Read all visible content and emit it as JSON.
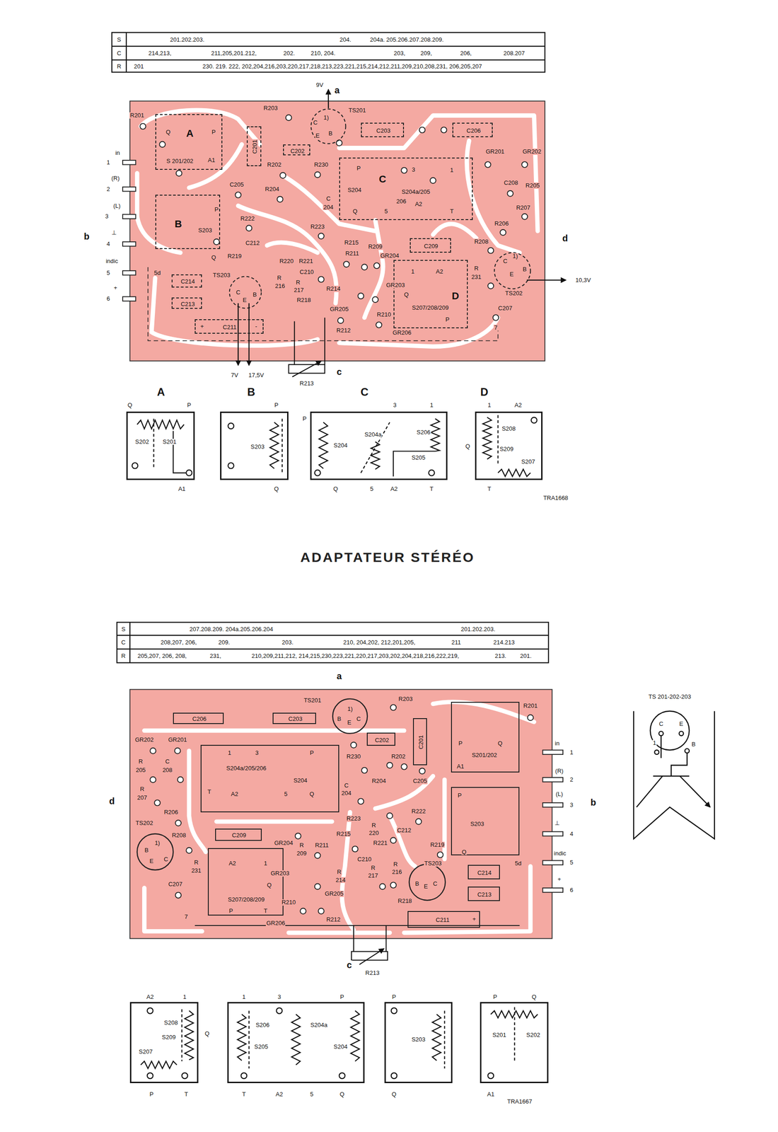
{
  "diagram": {
    "title": "ADAPTATEUR STÉRÉO",
    "nodes": [
      {
        "text": [
          "S 201/202"
        ]
      },
      {
        "text": [
          "S203"
        ]
      },
      {
        "text": [
          "S204",
          "S204a/205"
        ]
      },
      {
        "text": [
          "S207/208/209"
        ]
      },
      {
        "text": [
          "C203"
        ]
      },
      {
        "text": [
          "C206"
        ]
      },
      {
        "text": [
          "C201"
        ]
      },
      {
        "text": [
          "C202"
        ]
      },
      {
        "text": [
          "C209"
        ]
      },
      {
        "text": [
          "C214"
        ]
      },
      {
        "text": [
          "C213"
        ]
      },
      {
        "text": [
          "C211"
        ]
      },
      {
        "text": [
          "S202",
          "S201"
        ]
      },
      {
        "text": [
          "S203"
        ]
      },
      {
        "text": [
          "S204",
          "S204a",
          "S206",
          "S205"
        ]
      },
      {
        "text": [
          "S208",
          "S209",
          "S207"
        ]
      },
      {
        "text": [
          "S201/202"
        ]
      },
      {
        "text": [
          "S204a/205/206",
          "S204"
        ]
      },
      {
        "text": [
          "S203"
        ]
      },
      {
        "text": [
          "S207/208/209"
        ]
      },
      {
        "text": [
          "C206"
        ]
      },
      {
        "text": [
          "C203"
        ]
      },
      {
        "text": [
          "C202"
        ]
      },
      {
        "text": [
          "C201"
        ]
      },
      {
        "text": [
          "C209"
        ]
      },
      {
        "text": [
          "C214"
        ]
      },
      {
        "text": [
          "C213"
        ]
      },
      {
        "text": [
          "C211"
        ]
      },
      {
        "text": [
          "S208",
          "S209",
          "S207"
        ]
      },
      {
        "text": [
          "S206",
          "S204a",
          "S205",
          "S204"
        ]
      },
      {
        "text": [
          "S203"
        ]
      },
      {
        "text": [
          "S201",
          "S202"
        ]
      }
    ],
    "labels": [
      "S",
      "C",
      "R",
      "201.202.203.",
      "204.",
      "204a. 205.206.207.208.209.",
      "214,213,",
      "211,205,201.212,",
      "202.",
      "210, 204.",
      "203,",
      "209,",
      "206,",
      "208.207",
      "201",
      "230. 219. 222, 202,204,216,203,220,217,218,213,223,221,215,214,212,211,209,210,208,231, 206,205,207",
      "S",
      "C",
      "R",
      "207.208.209. 204a.205.206.204",
      "201.202.203.",
      "208,207, 206,",
      "209.",
      "203.",
      "210, 204,202, 212,201,205,",
      "211",
      "214.213",
      "205,207, 206, 208,",
      "231,",
      "210,209,211,212, 214,215,230,223,221,220,217,203,202,204,218,216,222,219,",
      "213.",
      "201.",
      "9V",
      "a",
      "R201",
      "Q",
      "A",
      "P",
      "A1",
      "R203",
      "TS201",
      "1)",
      "C",
      "E",
      "B",
      "R202",
      "R230",
      "C205",
      "R204",
      "C",
      "204",
      "P",
      "C",
      "3",
      "1",
      "206",
      "A2",
      "Q",
      "5",
      "T",
      "GR201",
      "GR202",
      "C208",
      "R205",
      "R207",
      "R206",
      "R208",
      "d",
      "B",
      "P",
      "R222",
      "R223",
      "C212",
      "R219",
      "Q",
      "R215",
      "R209",
      "R211",
      "GR204",
      "R220",
      "R221",
      "5d",
      "TS203",
      "C210",
      "R",
      "216",
      "R",
      "217",
      "R218",
      "R214",
      "GR203",
      "1",
      "A2",
      "D",
      "Q",
      "P",
      "R",
      "231",
      "C",
      "1)",
      "E",
      "B",
      "10,3V",
      "TS202",
      "C207",
      "7",
      "GR205",
      "R210",
      "R212",
      "GR206",
      "C",
      "E",
      "B",
      "+",
      "-",
      "7V",
      "17,5V",
      "c",
      "R213",
      "in",
      "1",
      "(R)",
      "2",
      "(L)",
      "3",
      "⊥",
      "4",
      "indic",
      "5",
      "+",
      "6",
      "b",
      "A",
      "B",
      "C",
      "D",
      "Q",
      "P",
      "A1",
      "P",
      "Q",
      "3",
      "1",
      "P",
      "Q",
      "5",
      "A2",
      "T",
      "1",
      "A2",
      "Q",
      "T",
      "TRA1668",
      "a",
      "TS201",
      "R203",
      "R201",
      "1)",
      "B",
      "E",
      "C",
      "P",
      "Q",
      "A1",
      "GR202",
      "GR201",
      "1",
      "3",
      "P",
      "R",
      "205",
      "C",
      "208",
      "R230",
      "R202",
      "T",
      "A2",
      "5",
      "Q",
      "R204",
      "C205",
      "C",
      "204",
      "R",
      "207",
      "d",
      "b",
      "R206",
      "TS202",
      "P",
      "R223",
      "R222",
      "R",
      "220",
      "R215",
      "C212",
      "R208",
      "GR204",
      "R",
      "209",
      "R211",
      "R221",
      "R219",
      "1)",
      "B",
      "E",
      "C",
      "R",
      "231",
      "C210",
      "A2",
      "1",
      "TS203",
      "R",
      "217",
      "R",
      "216",
      "5d",
      "Q",
      "GR203",
      "Q",
      "R",
      "214",
      "B",
      "E",
      "C",
      "C207",
      "GR205",
      "R218",
      "R210",
      "P",
      "T",
      "R212",
      "GR206",
      "+",
      "7",
      "c",
      "R213",
      "in",
      "1",
      "(R)",
      "2",
      "(L)",
      "3",
      "⊥",
      "4",
      "indic",
      "5",
      "+",
      "6",
      "A2",
      "1",
      "Q",
      "P",
      "T",
      "1",
      "3",
      "P",
      "T",
      "A2",
      "5",
      "Q",
      "P",
      "Q",
      "P",
      "Q",
      "A1",
      "TRA1667",
      "TS 201-202-203",
      "C",
      "E",
      "B",
      "1"
    ]
  }
}
